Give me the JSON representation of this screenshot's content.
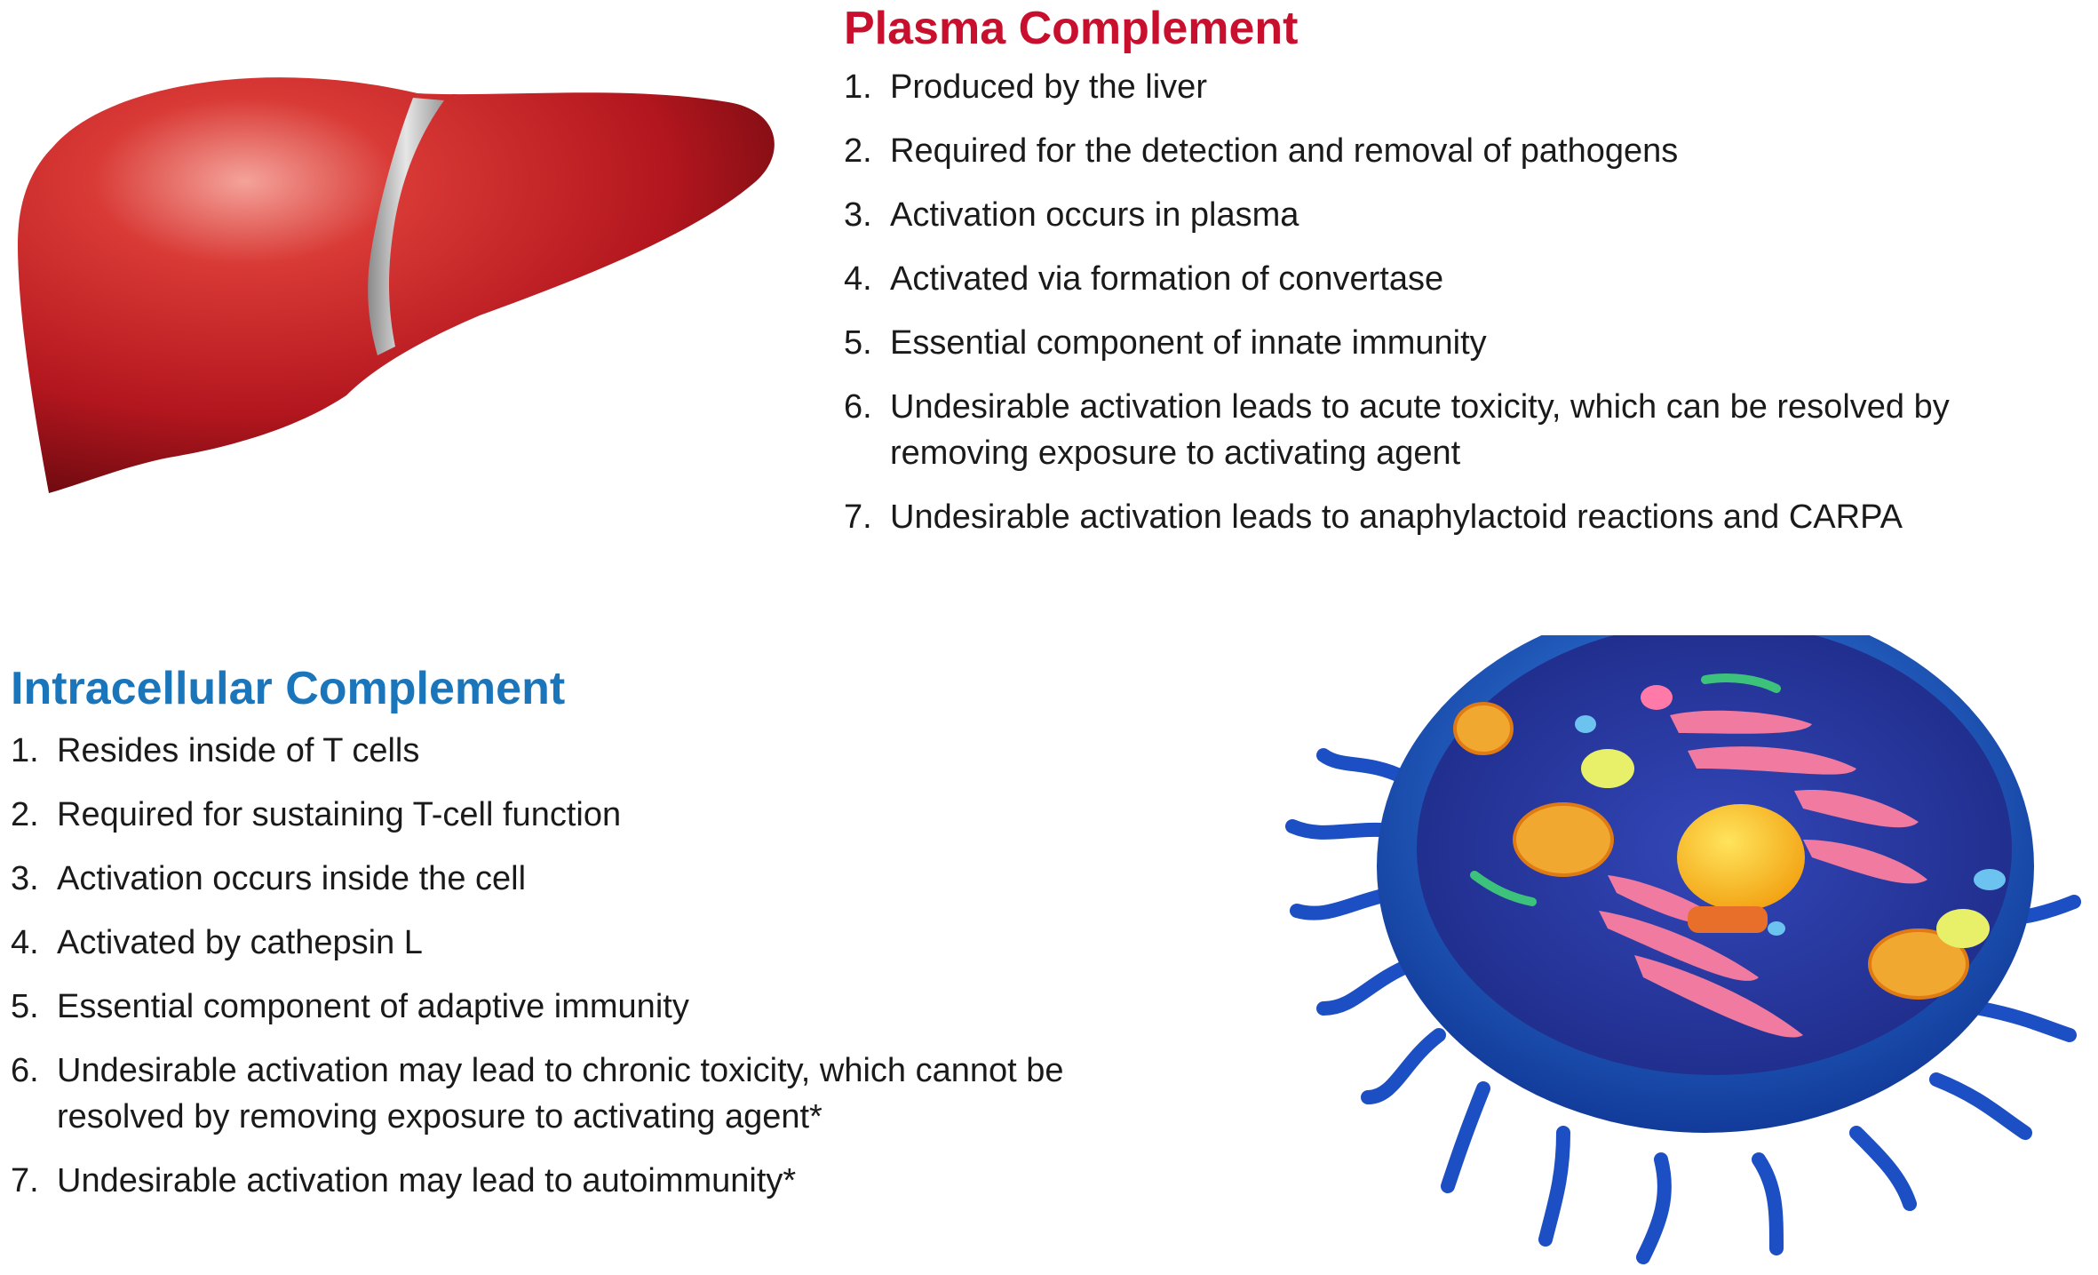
{
  "plasma": {
    "title": "Plasma Complement",
    "items": [
      {
        "num": "1.",
        "text": "Produced by the liver"
      },
      {
        "num": "2.",
        "text": "Required for the detection and removal of pathogens"
      },
      {
        "num": "3.",
        "text": "Activation occurs in plasma"
      },
      {
        "num": "4.",
        "text": "Activated via formation of convertase"
      },
      {
        "num": "5.",
        "text": "Essential component of innate immunity"
      },
      {
        "num": "6.",
        "text": "Undesirable activation leads to acute toxicity, which can be resolved by removing exposure to activating agent"
      },
      {
        "num": "7.",
        "text": "Undesirable activation leads to anaphylactoid reactions and CARPA"
      }
    ]
  },
  "intracellular": {
    "title": "Intracellular Complement",
    "items": [
      {
        "num": "1.",
        "text": "Resides inside of T cells"
      },
      {
        "num": "2.",
        "text": "Required for sustaining T-cell function"
      },
      {
        "num": "3.",
        "text": "Activation occurs inside the cell"
      },
      {
        "num": "4.",
        "text": "Activated by cathepsin L"
      },
      {
        "num": "5.",
        "text": "Essential component of adaptive immunity"
      },
      {
        "num": "6.",
        "text": "Undesirable activation may lead to chronic toxicity, which cannot be resolved by removing exposure to activating agent*"
      },
      {
        "num": "7.",
        "text": "Undesirable activation may lead to autoimmunity*"
      }
    ]
  },
  "colors": {
    "plasma_title": "#c8102e",
    "intracellular_title": "#1b75bb",
    "liver": "#b3161e",
    "cell_membrane": "#1f6fd0",
    "cell_interior": "#2a3fa8"
  },
  "icons": {
    "liver": "liver-illustration",
    "cell": "cell-cross-section-illustration"
  }
}
